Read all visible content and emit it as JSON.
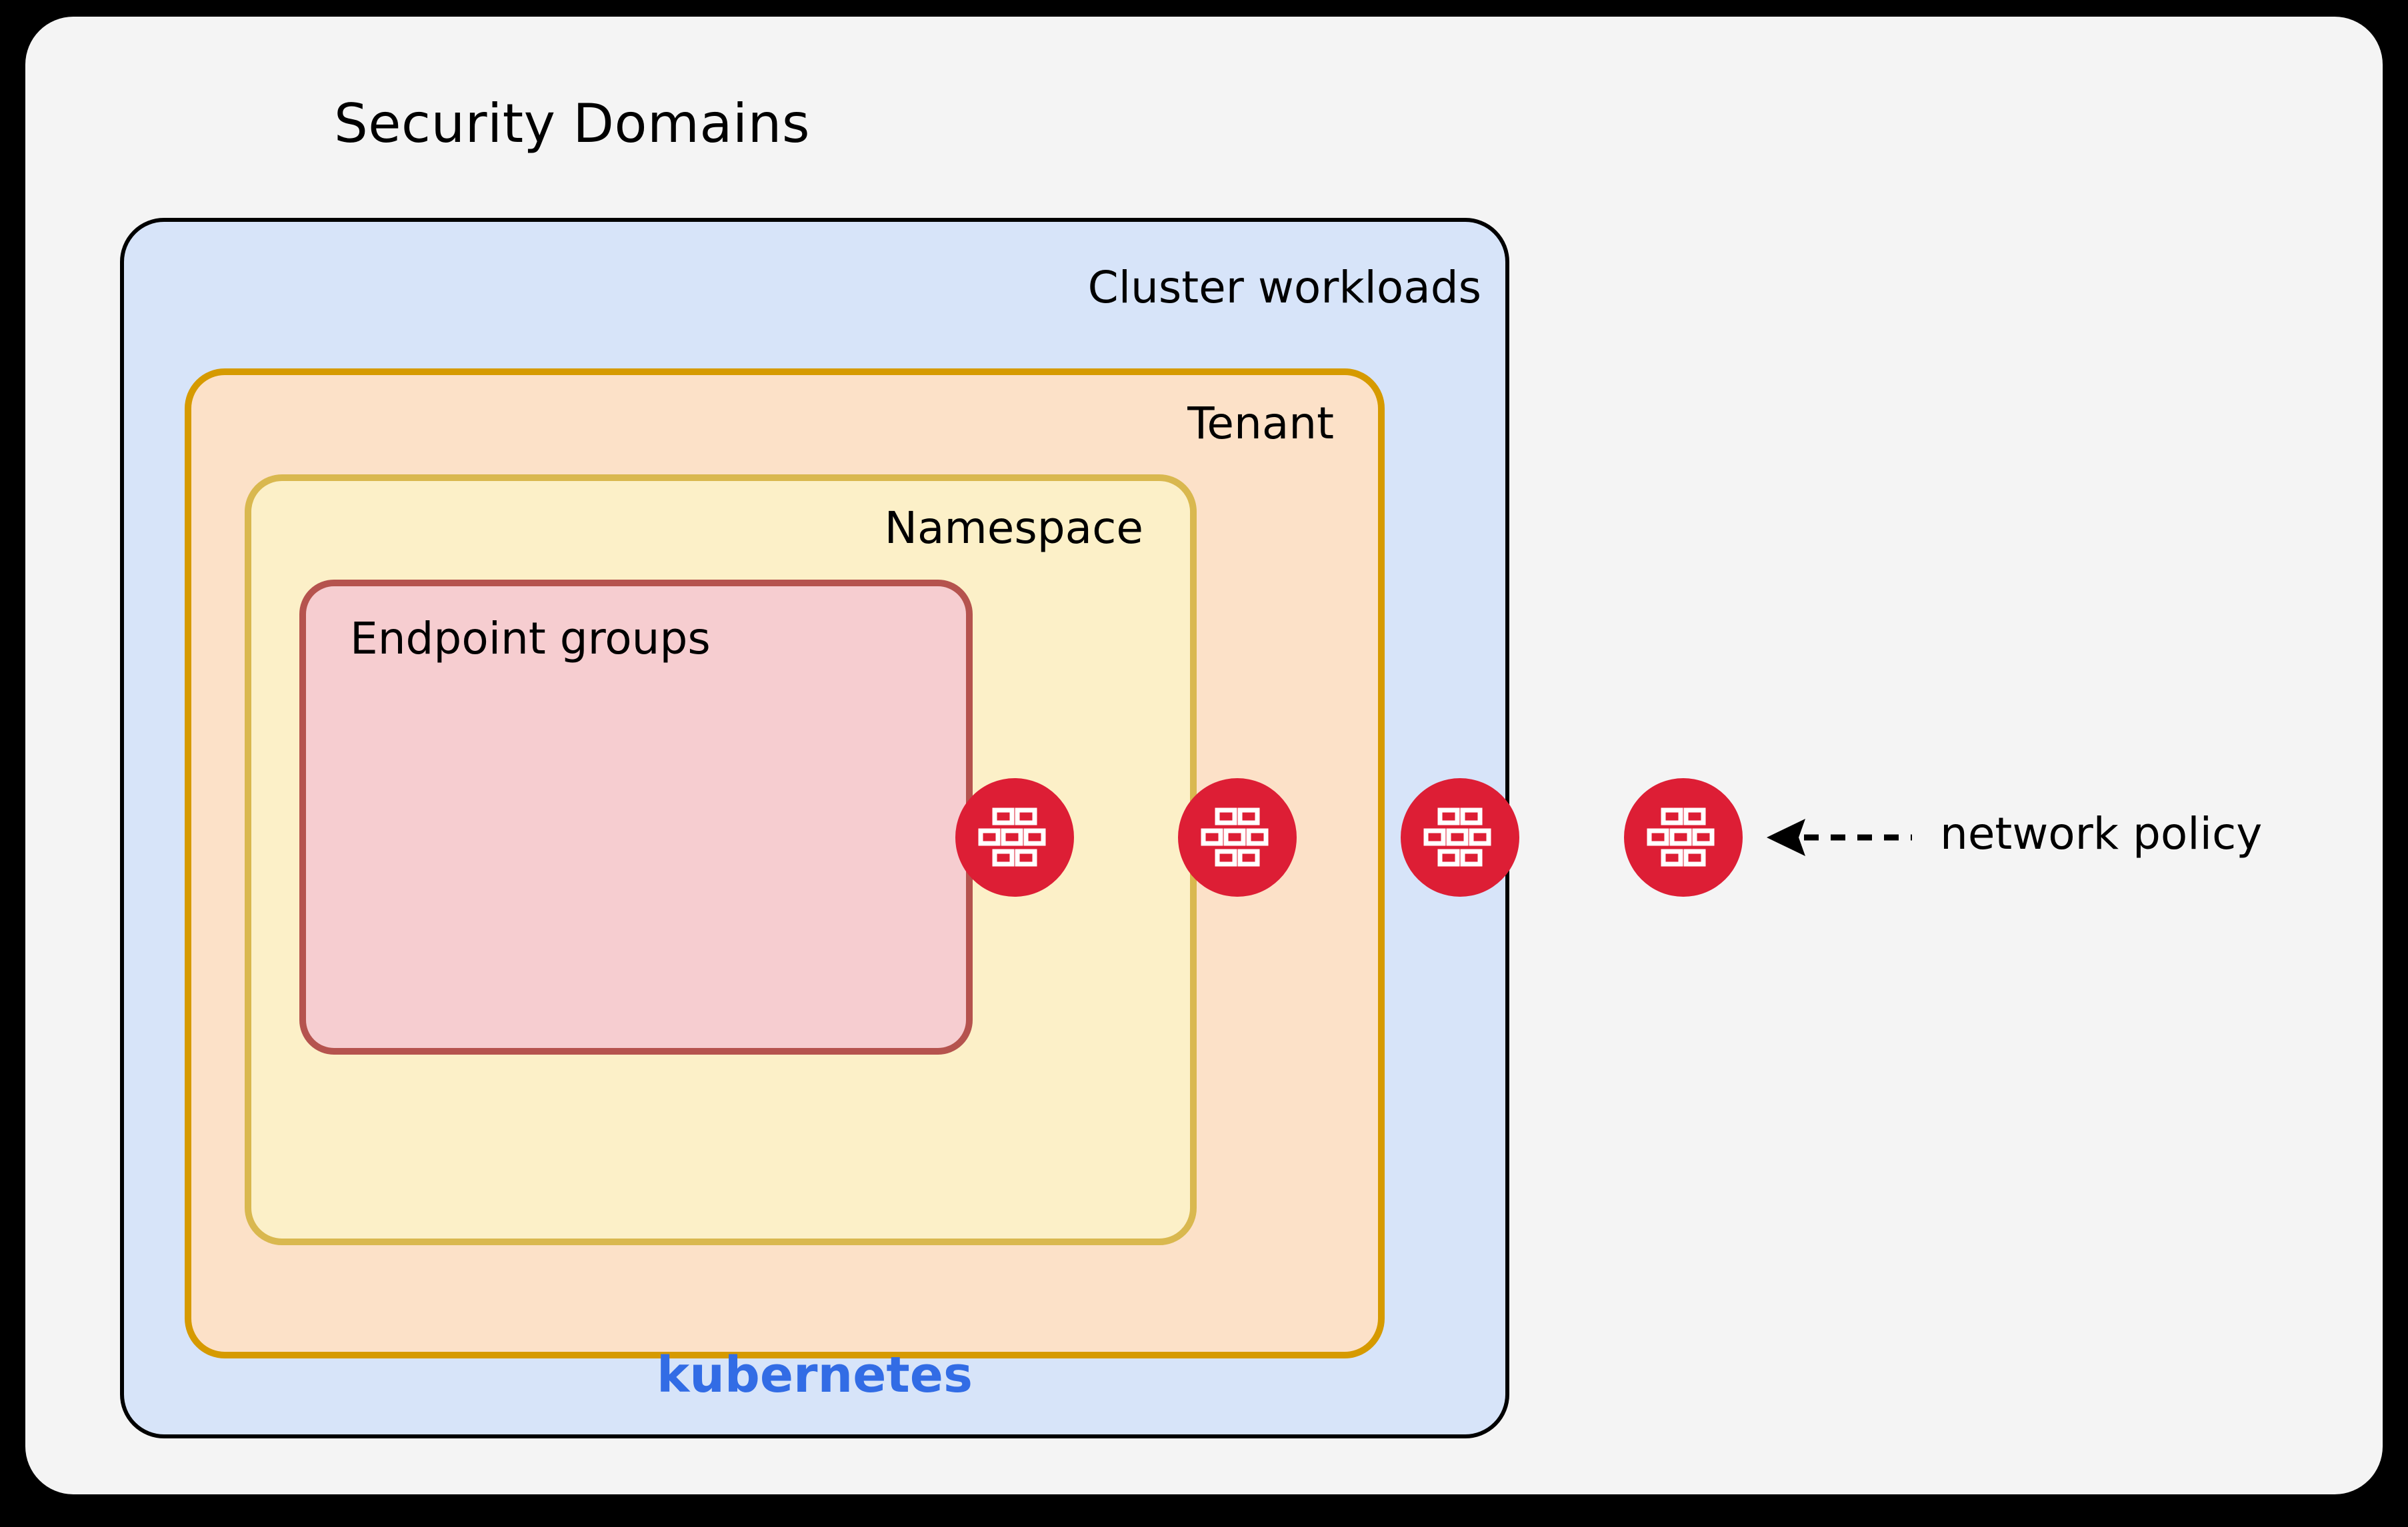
{
  "diagram": {
    "title": "Security Domains",
    "background_color": "#000000",
    "panel_color": "#f4f4f4"
  },
  "layers": {
    "security_domains": {
      "label": "Security Domains",
      "fill": "#f4f4f4",
      "stroke": "none"
    },
    "cluster_workloads": {
      "label": "Cluster workloads",
      "fill": "#d7e4f9",
      "stroke": "#000000",
      "brand_label": "kubernetes",
      "brand_color": "#326ce5"
    },
    "tenant": {
      "label": "Tenant",
      "fill": "#fce1c8",
      "stroke": "#d69a00"
    },
    "namespace": {
      "label": "Namespace",
      "fill": "#fcf0c8",
      "stroke": "#d9b84f"
    },
    "endpoint_groups": {
      "label": "Endpoint groups",
      "fill": "#f6cdd0",
      "stroke": "#b5534e"
    }
  },
  "markers": {
    "icon_name": "firewall-brick-icon",
    "color": "#dd1e35",
    "glyph_color": "#ffffff",
    "count": 4,
    "boundaries": [
      "endpoint-groups-boundary",
      "namespace-boundary",
      "tenant-boundary",
      "cluster-workloads-boundary"
    ]
  },
  "annotation": {
    "label": "network policy",
    "arrow": "dashed-left-arrow",
    "arrow_color": "#000000"
  }
}
